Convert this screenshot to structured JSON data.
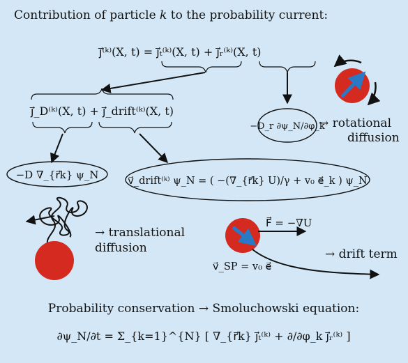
{
  "header": {
    "prefix": "Contribution of particle ",
    "k": "k",
    "suffix": " to the probability current:"
  },
  "equations": {
    "total_current": "j⃗⁽ᵏ⁾(X, t) = j⃗ₜ⁽ᵏ⁾(X, t) + j⃗ᵣ⁽ᵏ⁾(X, t)",
    "translational_split": "j⃗_D⁽ᵏ⁾(X, t) + j⃗_drift⁽ᵏ⁾(X, t)",
    "rotational_term": "−D_r ∂ψ_N/∂φ_k",
    "diffusive_term": "−D ∇_{r⃗k} ψ_N",
    "drift_term": "v⃗_drift⁽ᵏ⁾ ψ_N = ( −(∇_{r⃗k} U)/γ + v₀ e⃗_k ) ψ_N",
    "force": "F⃗ = −∇U",
    "self_propulsion": "v⃗_SP = v₀ e⃗"
  },
  "labels": {
    "rotational_1": "→ rotational",
    "rotational_2": "diffusion",
    "translational_1": "→ translational",
    "translational_2": "diffusion",
    "drift": "→ drift term"
  },
  "footer": {
    "title": "Probability conservation → Smoluchowski equation:",
    "equation": "∂ψ_N/∂t = Σ_{k=1}^{N} [ ∇_{r⃗k} j⃗ₜ⁽ᵏ⁾ + ∂/∂φ_k j⃗ᵣ⁽ᵏ⁾ ]"
  },
  "colors": {
    "background": "#d3e7f6",
    "particle": "#d42a1f",
    "orientation_arrow": "#2a79c7",
    "ink": "#111111"
  }
}
